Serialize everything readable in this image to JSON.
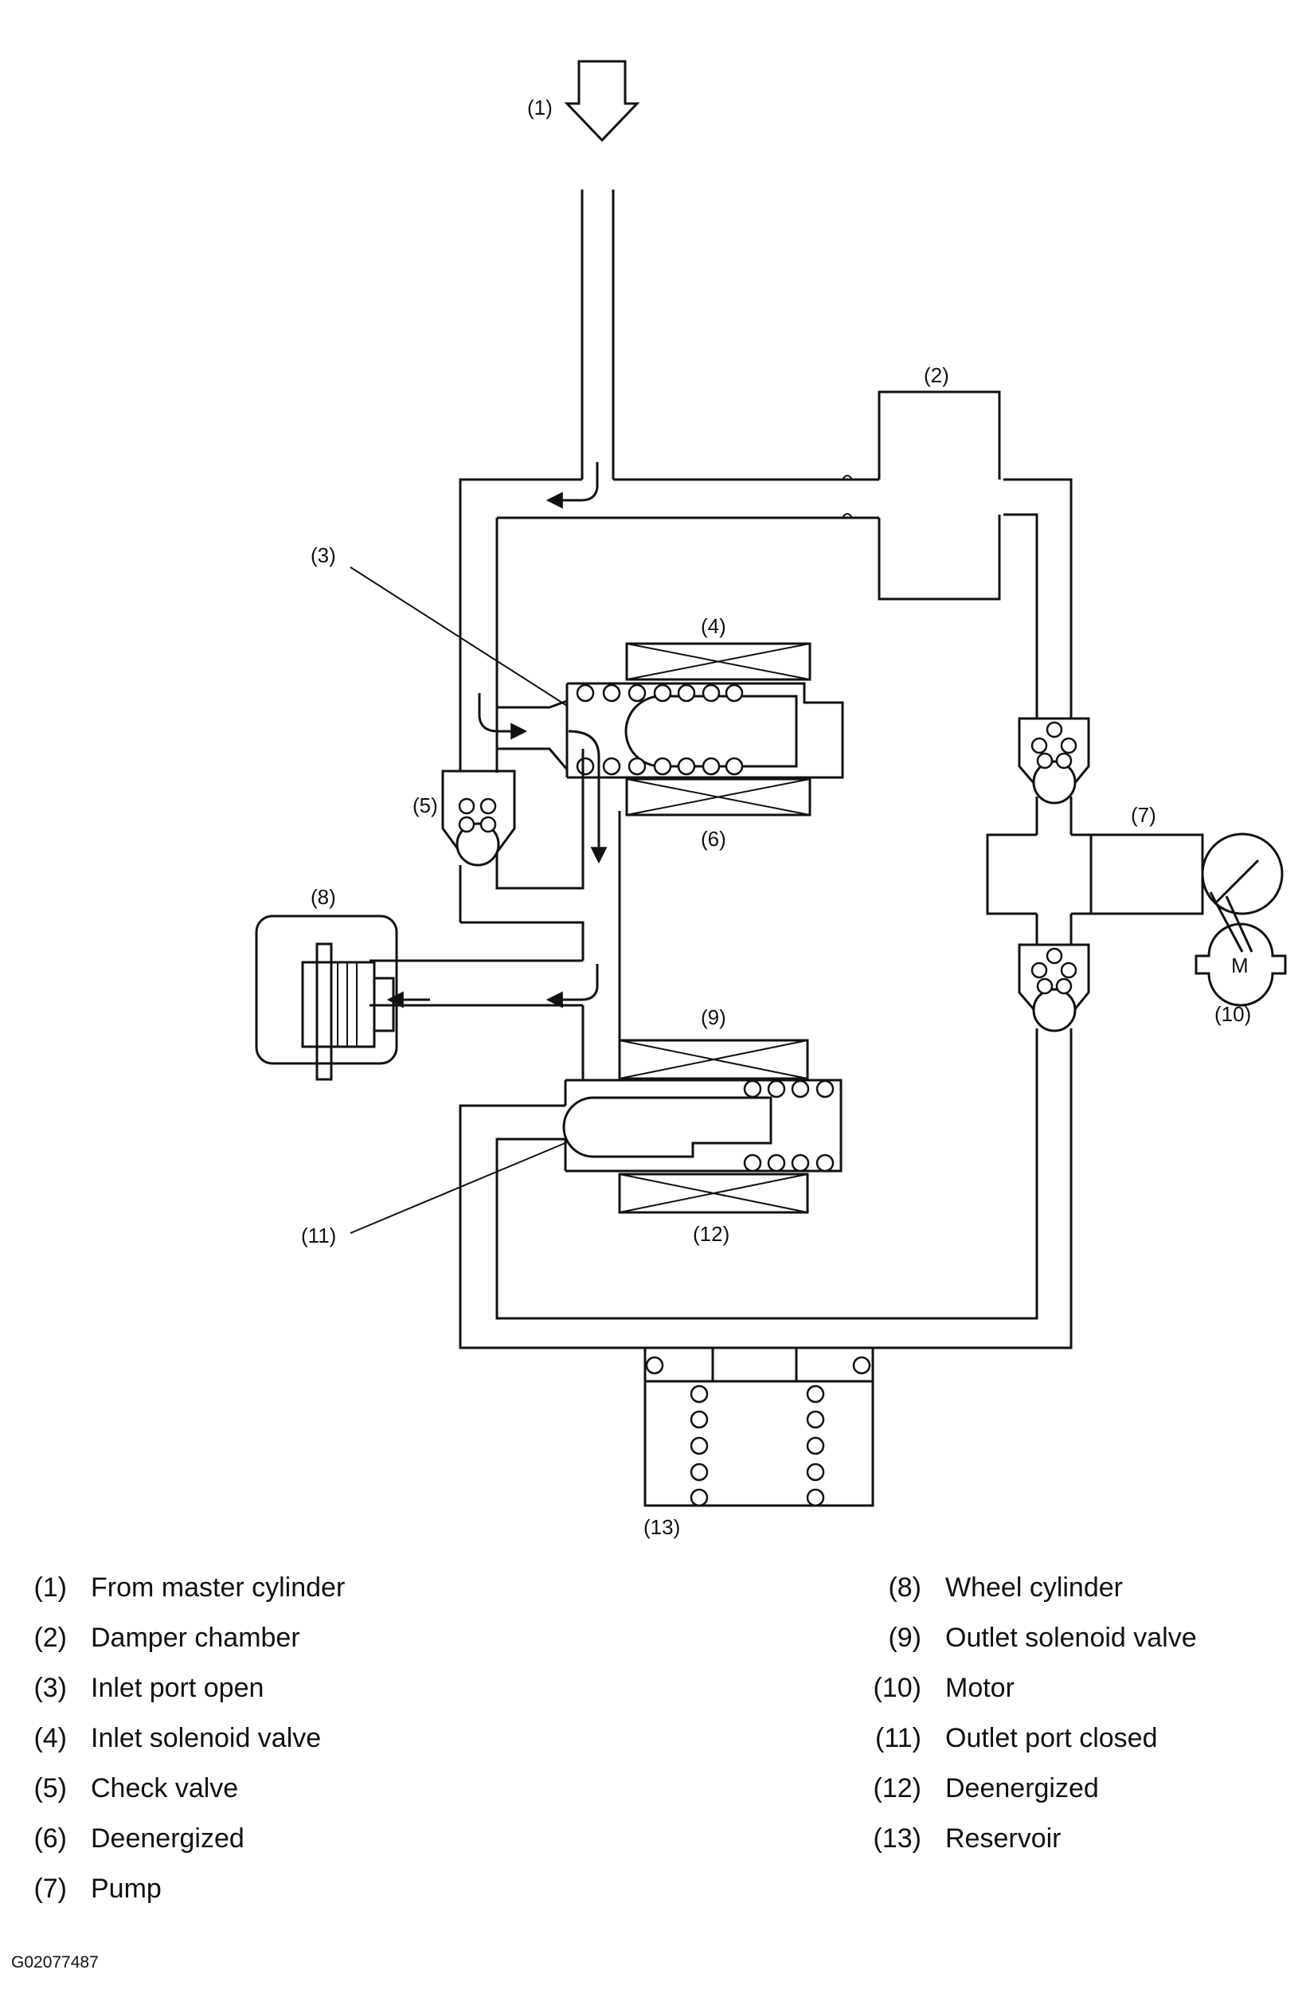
{
  "callouts": {
    "c1": "(1)",
    "c2": "(2)",
    "c3": "(3)",
    "c4": "(4)",
    "c5": "(5)",
    "c6": "(6)",
    "c7": "(7)",
    "c8": "(8)",
    "c9": "(9)",
    "c10": "(10)",
    "c11": "(11)",
    "c12": "(12)",
    "c13": "(13)"
  },
  "motor_symbol": "M",
  "legend_left": [
    {
      "num": "(1)",
      "text": "From master cylinder"
    },
    {
      "num": "(2)",
      "text": "Damper chamber"
    },
    {
      "num": "(3)",
      "text": "Inlet port open"
    },
    {
      "num": "(4)",
      "text": "Inlet solenoid valve"
    },
    {
      "num": "(5)",
      "text": "Check valve"
    },
    {
      "num": "(6)",
      "text": "Deenergized"
    },
    {
      "num": "(7)",
      "text": "Pump"
    }
  ],
  "legend_right": [
    {
      "num": "(8)",
      "text": "Wheel cylinder"
    },
    {
      "num": "(9)",
      "text": "Outlet solenoid valve"
    },
    {
      "num": "(10)",
      "text": "Motor"
    },
    {
      "num": "(11)",
      "text": "Outlet port closed"
    },
    {
      "num": "(12)",
      "text": "Deenergized"
    },
    {
      "num": "(13)",
      "text": "Reservoir"
    }
  ],
  "figure_code": "G02077487"
}
